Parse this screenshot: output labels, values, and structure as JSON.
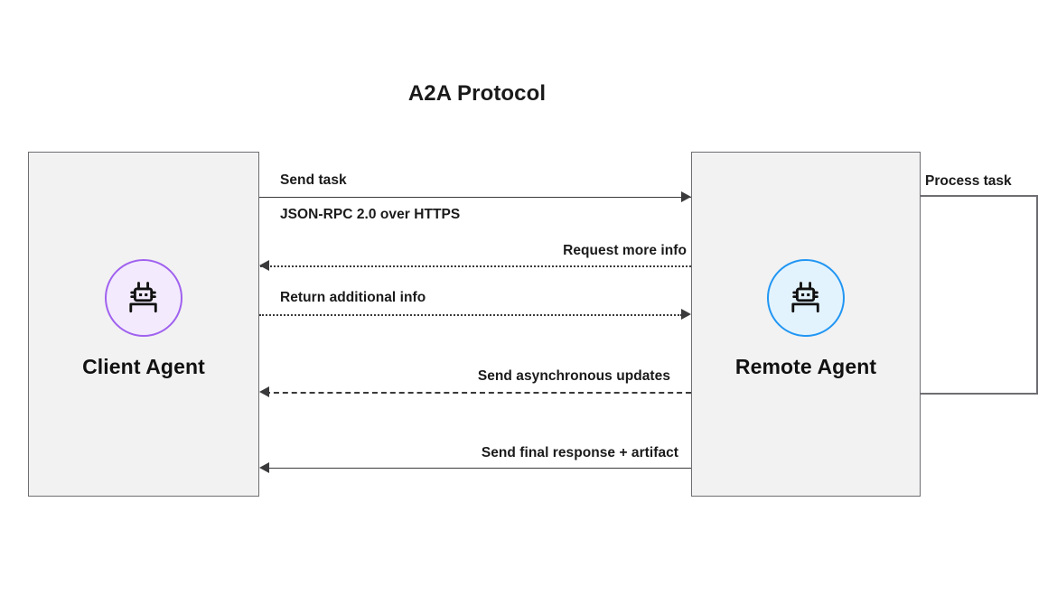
{
  "diagram": {
    "title": "A2A Protocol",
    "type": "sequence-diagram"
  },
  "participants": [
    {
      "id": "client",
      "label": "Client Agent",
      "icon": "robot-icon",
      "accent_color": "#a061ef",
      "fill_color": "#f3ebfd",
      "box_fill": "#f2f2f2"
    },
    {
      "id": "remote",
      "label": "Remote Agent",
      "icon": "robot-icon",
      "accent_color": "#2196f3",
      "fill_color": "#e3f3fd",
      "box_fill": "#f2f2f2"
    }
  ],
  "messages": [
    {
      "id": "send-task",
      "label_above": "Send task",
      "label_below": "JSON-RPC 2.0 over HTTPS",
      "from": "client",
      "to": "remote",
      "direction": "right",
      "line_style": "solid"
    },
    {
      "id": "request-more-info",
      "label_above": "Request more info",
      "from": "remote",
      "to": "client",
      "direction": "left",
      "line_style": "dotted"
    },
    {
      "id": "return-additional-info",
      "label_above": "Return additional info",
      "from": "client",
      "to": "remote",
      "direction": "right",
      "line_style": "dotted"
    },
    {
      "id": "send-async-updates",
      "label_above": "Send asynchronous updates",
      "from": "remote",
      "to": "client",
      "direction": "left",
      "line_style": "dashed"
    },
    {
      "id": "send-final-response",
      "label_above": "Send final response + artifact",
      "from": "remote",
      "to": "client",
      "direction": "left",
      "line_style": "solid"
    }
  ],
  "self_loop": {
    "id": "process-task",
    "label": "Process task",
    "on": "remote",
    "line_style": "solid"
  },
  "colors": {
    "line": "#3a3a3c",
    "box_border": "#6e6e73",
    "text": "#1a1a1a",
    "background": "#ffffff"
  }
}
